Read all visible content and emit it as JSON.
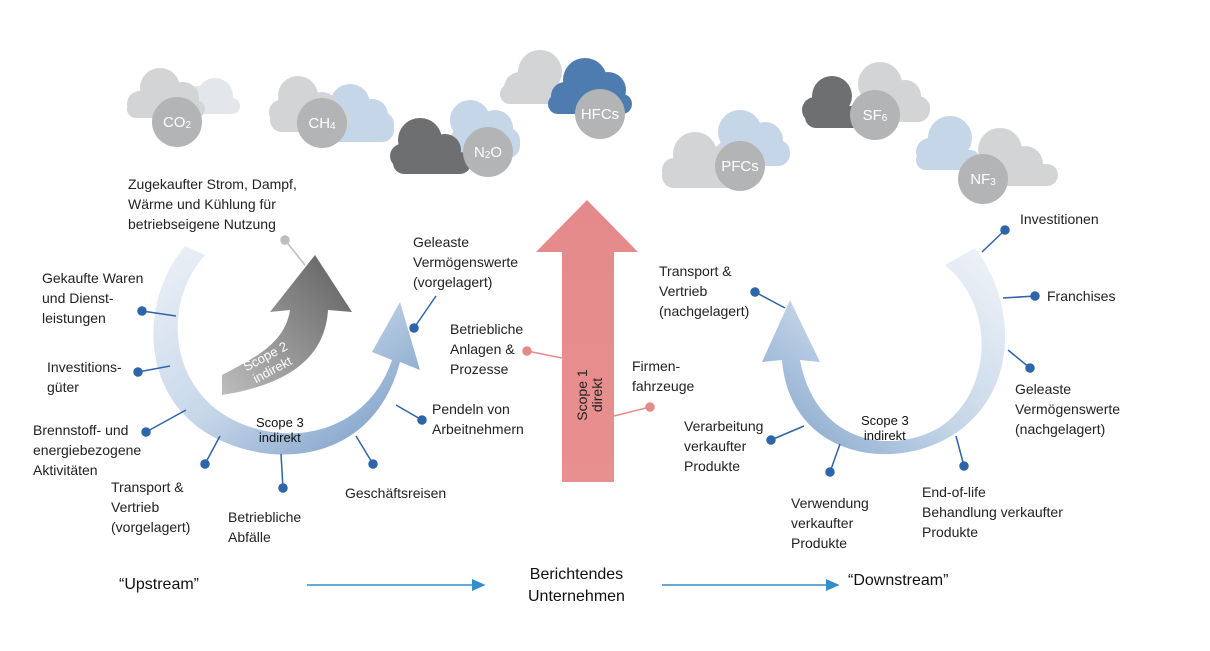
{
  "gases": [
    {
      "base": "CO",
      "sub": "2"
    },
    {
      "base": "CH",
      "sub": "4"
    },
    {
      "base": "N",
      "sub": "2",
      "tail": "O"
    },
    {
      "base": "HFCs",
      "sub": ""
    },
    {
      "base": "PFCs",
      "sub": ""
    },
    {
      "base": "SF",
      "sub": "6"
    },
    {
      "base": "NF",
      "sub": "3"
    }
  ],
  "upstream_labels": {
    "strom": "Zugekaufter Strom, Dampf,\nWärme und Kühlung für\nbetriebseigene Nutzung",
    "waren": "Gekaufte Waren\nund Dienst-\nleistungen",
    "investitionsgueter": "Investitions-\ngüter",
    "brennstoff": "Brennstoff- und\nenergiebezogene\nAktivitäten",
    "transport": "Transport &\nVertrieb\n(vorgelagert)",
    "abfaelle": "Betriebliche\nAbfälle",
    "geschaeftsreisen": "Geschäftsreisen",
    "pendeln": "Pendeln von\nArbeitnehmern",
    "geleaste": "Geleaste\nVermögenswerte\n(vorgelagert)"
  },
  "direct_labels": {
    "anlagen": "Betriebliche\nAnlagen &\nProzesse",
    "fahrzeuge": "Firmen-\nfahrzeuge"
  },
  "downstream_labels": {
    "transport": "Transport &\nVertrieb\n(nachgelagert)",
    "investitionen": "Investitionen",
    "franchises": "Franchises",
    "geleaste": "Geleaste\nVermögenswerte\n(nachgelagert)",
    "verarbeitung": "Verarbeitung\nverkaufter\nProdukte",
    "verwendung": "Verwendung\nverkaufter\nProdukte",
    "endoflife": "End-of-life\nBehandlung verkaufter\nProdukte"
  },
  "scopes": {
    "scope2": "Scope 2\nindirekt",
    "scope3_up": "Scope 3\nindirekt",
    "scope1": "Scope 1\ndirekt",
    "scope3_down": "Scope 3\nindirekt"
  },
  "flow": {
    "upstream": "“Upstream”",
    "company": "Berichtendes\nUnternehmen",
    "downstream": "“Downstream”"
  },
  "colors": {
    "accent_blue": "#2e64a8",
    "arrow_blue": "#8fb0d4",
    "arrow_gray": "#6b6b6b",
    "scope1_red": "#e58a8a",
    "cloud_gray": "#d3d4d6",
    "cloud_dark": "#6f6f70",
    "cloud_blue": "#b8cde3",
    "cloud_navy": "#4f7cb0",
    "flow_line": "#2f8fcf"
  }
}
